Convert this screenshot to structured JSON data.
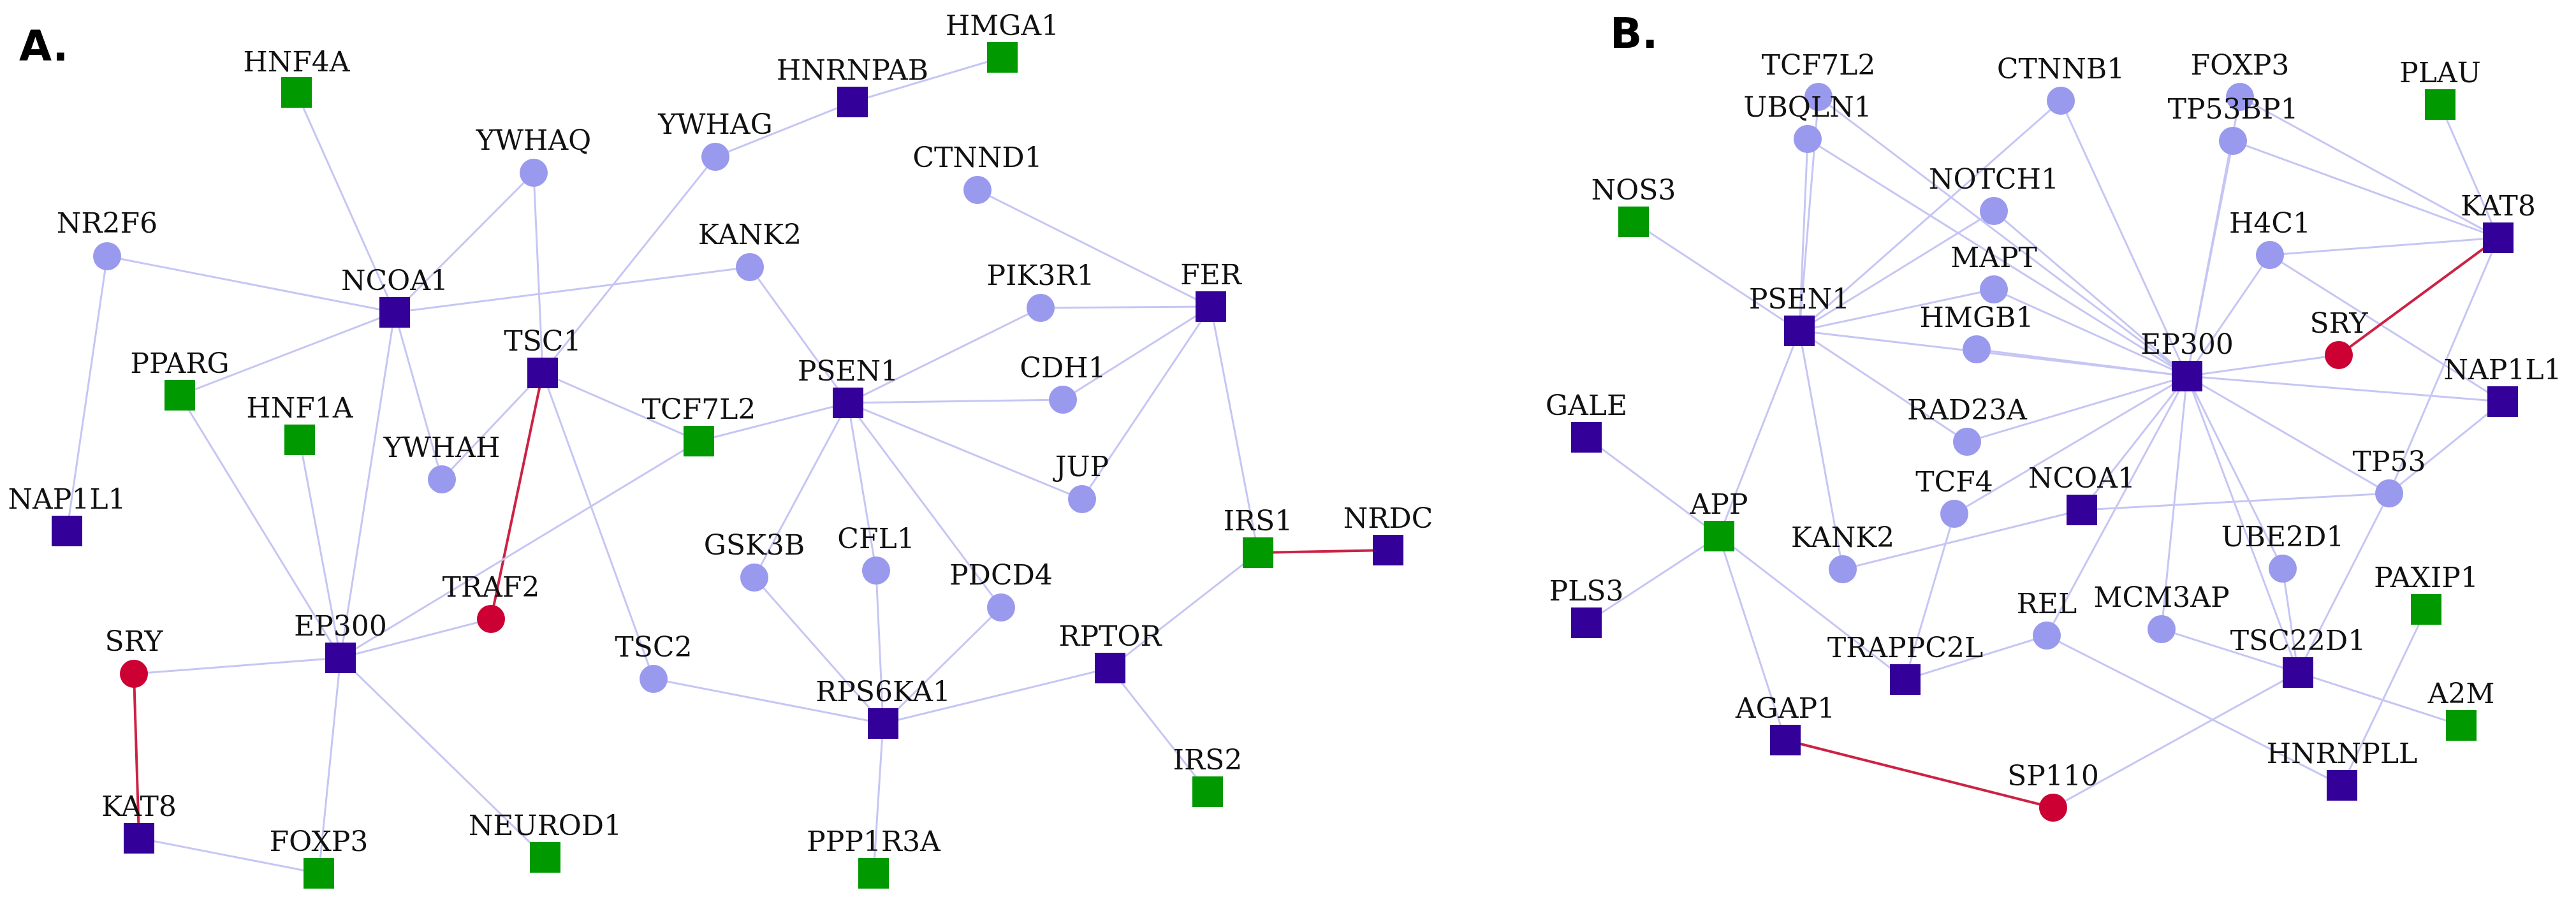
{
  "colors": {
    "dark_square": "#330099",
    "green_square": "#009900",
    "light_circle": "#9999ee",
    "red_circle": "#cc0033",
    "normal_edge": "#c6c6f4",
    "red_edge": "#cc2244"
  },
  "panels": [
    {
      "id": "A",
      "label": "A.",
      "nodes": [
        {
          "id": "HNF4A",
          "label": "HNF4A",
          "kind": "green_square"
        },
        {
          "id": "HMGA1",
          "label": "HMGA1",
          "kind": "green_square"
        },
        {
          "id": "HNRNPAB",
          "label": "HNRNPAB",
          "kind": "dark_square"
        },
        {
          "id": "YWHAG",
          "label": "YWHAG",
          "kind": "light_circle"
        },
        {
          "id": "YWHAQ",
          "label": "YWHAQ",
          "kind": "light_circle"
        },
        {
          "id": "CTNND1",
          "label": "CTNND1",
          "kind": "light_circle"
        },
        {
          "id": "NR2F6",
          "label": "NR2F6",
          "kind": "light_circle"
        },
        {
          "id": "KANK2",
          "label": "KANK2",
          "kind": "light_circle"
        },
        {
          "id": "NCOA1",
          "label": "NCOA1",
          "kind": "dark_square"
        },
        {
          "id": "PIK3R1",
          "label": "PIK3R1",
          "kind": "light_circle"
        },
        {
          "id": "FER",
          "label": "FER",
          "kind": "dark_square"
        },
        {
          "id": "PPARG",
          "label": "PPARG",
          "kind": "green_square"
        },
        {
          "id": "TSC1",
          "label": "TSC1",
          "kind": "dark_square"
        },
        {
          "id": "PSEN1",
          "label": "PSEN1",
          "kind": "dark_square"
        },
        {
          "id": "CDH1",
          "label": "CDH1",
          "kind": "light_circle"
        },
        {
          "id": "HNF1A",
          "label": "HNF1A",
          "kind": "green_square"
        },
        {
          "id": "TCF7L2",
          "label": "TCF7L2",
          "kind": "green_square"
        },
        {
          "id": "YWHAH",
          "label": "YWHAH",
          "kind": "light_circle"
        },
        {
          "id": "JUP",
          "label": "JUP",
          "kind": "light_circle"
        },
        {
          "id": "NAP1L1",
          "label": "NAP1L1",
          "kind": "dark_square"
        },
        {
          "id": "IRS1",
          "label": "IRS1",
          "kind": "green_square"
        },
        {
          "id": "NRDC",
          "label": "NRDC",
          "kind": "dark_square"
        },
        {
          "id": "GSK3B",
          "label": "GSK3B",
          "kind": "light_circle"
        },
        {
          "id": "CFL1",
          "label": "CFL1",
          "kind": "light_circle"
        },
        {
          "id": "PDCD4",
          "label": "PDCD4",
          "kind": "light_circle"
        },
        {
          "id": "TRAF2",
          "label": "TRAF2",
          "kind": "red_circle"
        },
        {
          "id": "SRY",
          "label": "SRY",
          "kind": "red_circle"
        },
        {
          "id": "EP300",
          "label": "EP300",
          "kind": "dark_square"
        },
        {
          "id": "TSC2",
          "label": "TSC2",
          "kind": "light_circle"
        },
        {
          "id": "RPTOR",
          "label": "RPTOR",
          "kind": "dark_square"
        },
        {
          "id": "RPS6KA1",
          "label": "RPS6KA1",
          "kind": "dark_square"
        },
        {
          "id": "IRS2",
          "label": "IRS2",
          "kind": "green_square"
        },
        {
          "id": "KAT8",
          "label": "KAT8",
          "kind": "dark_square"
        },
        {
          "id": "FOXP3",
          "label": "FOXP3",
          "kind": "green_square"
        },
        {
          "id": "NEUROD1",
          "label": "NEUROD1",
          "kind": "green_square"
        },
        {
          "id": "PPP1R3A",
          "label": "PPP1R3A",
          "kind": "green_square"
        }
      ],
      "edges": [
        [
          "HNF4A",
          "NCOA1",
          false
        ],
        [
          "NR2F6",
          "NCOA1",
          false
        ],
        [
          "NR2F6",
          "NAP1L1",
          false
        ],
        [
          "YWHAQ",
          "NCOA1",
          false
        ],
        [
          "YWHAQ",
          "TSC1",
          false
        ],
        [
          "NCOA1",
          "KANK2",
          false
        ],
        [
          "NCOA1",
          "PPARG",
          false
        ],
        [
          "NCOA1",
          "YWHAH",
          false
        ],
        [
          "NCOA1",
          "EP300",
          false
        ],
        [
          "YWHAG",
          "HNRNPAB",
          false
        ],
        [
          "HNRNPAB",
          "HMGA1",
          false
        ],
        [
          "YWHAG",
          "TSC1",
          false
        ],
        [
          "TSC1",
          "YWHAH",
          false
        ],
        [
          "TSC1",
          "TCF7L2",
          false
        ],
        [
          "TSC1",
          "TSC2",
          false
        ],
        [
          "TSC1",
          "TRAF2",
          true
        ],
        [
          "KANK2",
          "PSEN1",
          false
        ],
        [
          "TCF7L2",
          "PSEN1",
          false
        ],
        [
          "TCF7L2",
          "EP300",
          false
        ],
        [
          "PSEN1",
          "PIK3R1",
          false
        ],
        [
          "PSEN1",
          "CDH1",
          false
        ],
        [
          "PSEN1",
          "JUP",
          false
        ],
        [
          "PSEN1",
          "GSK3B",
          false
        ],
        [
          "PSEN1",
          "CFL1",
          false
        ],
        [
          "PSEN1",
          "PDCD4",
          false
        ],
        [
          "PIK3R1",
          "FER",
          false
        ],
        [
          "CTNND1",
          "FER",
          false
        ],
        [
          "CDH1",
          "FER",
          false
        ],
        [
          "JUP",
          "FER",
          false
        ],
        [
          "FER",
          "IRS1",
          false
        ],
        [
          "IRS1",
          "NRDC",
          true
        ],
        [
          "IRS1",
          "RPTOR",
          false
        ],
        [
          "RPTOR",
          "RPS6KA1",
          false
        ],
        [
          "RPTOR",
          "IRS2",
          false
        ],
        [
          "GSK3B",
          "RPS6KA1",
          false
        ],
        [
          "CFL1",
          "RPS6KA1",
          false
        ],
        [
          "PDCD4",
          "RPS6KA1",
          false
        ],
        [
          "TSC2",
          "RPS6KA1",
          false
        ],
        [
          "RPS6KA1",
          "PPP1R3A",
          false
        ],
        [
          "PPARG",
          "EP300",
          false
        ],
        [
          "HNF1A",
          "EP300",
          false
        ],
        [
          "EP300",
          "TRAF2",
          false
        ],
        [
          "EP300",
          "SRY",
          false
        ],
        [
          "EP300",
          "FOXP3",
          false
        ],
        [
          "EP300",
          "NEUROD1",
          false
        ],
        [
          "SRY",
          "KAT8",
          true
        ],
        [
          "KAT8",
          "FOXP3",
          false
        ]
      ]
    },
    {
      "id": "B",
      "label": "B.",
      "nodes": [
        {
          "id": "TCF7L2",
          "label": "TCF7L2",
          "kind": "light_circle"
        },
        {
          "id": "FOXP3",
          "label": "FOXP3",
          "kind": "light_circle"
        },
        {
          "id": "CTNNB1",
          "label": "CTNNB1",
          "kind": "light_circle"
        },
        {
          "id": "PLAU",
          "label": "PLAU",
          "kind": "green_square"
        },
        {
          "id": "UBQLN1",
          "label": "UBQLN1",
          "kind": "light_circle"
        },
        {
          "id": "TP53BP1",
          "label": "TP53BP1",
          "kind": "light_circle"
        },
        {
          "id": "NOS3",
          "label": "NOS3",
          "kind": "green_square"
        },
        {
          "id": "NOTCH1",
          "label": "NOTCH1",
          "kind": "light_circle"
        },
        {
          "id": "KAT8",
          "label": "KAT8",
          "kind": "dark_square"
        },
        {
          "id": "H4C1",
          "label": "H4C1",
          "kind": "light_circle"
        },
        {
          "id": "MAPT",
          "label": "MAPT",
          "kind": "light_circle"
        },
        {
          "id": "PSEN1",
          "label": "PSEN1",
          "kind": "dark_square"
        },
        {
          "id": "SRY",
          "label": "SRY",
          "kind": "red_circle"
        },
        {
          "id": "HMGB1",
          "label": "HMGB1",
          "kind": "light_circle"
        },
        {
          "id": "EP300",
          "label": "EP300",
          "kind": "dark_square"
        },
        {
          "id": "NAP1L1",
          "label": "NAP1L1",
          "kind": "dark_square"
        },
        {
          "id": "GALE",
          "label": "GALE",
          "kind": "dark_square"
        },
        {
          "id": "RAD23A",
          "label": "RAD23A",
          "kind": "light_circle"
        },
        {
          "id": "APP",
          "label": "APP",
          "kind": "green_square"
        },
        {
          "id": "TCF4",
          "label": "TCF4",
          "kind": "light_circle"
        },
        {
          "id": "NCOA1",
          "label": "NCOA1",
          "kind": "dark_square"
        },
        {
          "id": "TP53",
          "label": "TP53",
          "kind": "light_circle"
        },
        {
          "id": "KANK2",
          "label": "KANK2",
          "kind": "light_circle"
        },
        {
          "id": "UBE2D1",
          "label": "UBE2D1",
          "kind": "light_circle"
        },
        {
          "id": "PLS3",
          "label": "PLS3",
          "kind": "dark_square"
        },
        {
          "id": "PAXIP1",
          "label": "PAXIP1",
          "kind": "green_square"
        },
        {
          "id": "REL",
          "label": "REL",
          "kind": "light_circle"
        },
        {
          "id": "MCM3AP",
          "label": "MCM3AP",
          "kind": "light_circle"
        },
        {
          "id": "TRAPPC2L",
          "label": "TRAPPC2L",
          "kind": "dark_square"
        },
        {
          "id": "TSC22D1",
          "label": "TSC22D1",
          "kind": "dark_square"
        },
        {
          "id": "AGAP1",
          "label": "AGAP1",
          "kind": "dark_square"
        },
        {
          "id": "A2M",
          "label": "A2M",
          "kind": "green_square"
        },
        {
          "id": "SP110",
          "label": "SP110",
          "kind": "red_circle"
        },
        {
          "id": "HNRNPLL",
          "label": "HNRNPLL",
          "kind": "dark_square"
        }
      ],
      "edges": [
        [
          "UBQLN1",
          "PSEN1",
          false
        ],
        [
          "TCF7L2",
          "PSEN1",
          false
        ],
        [
          "TCF7L2",
          "EP300",
          false
        ],
        [
          "CTNNB1",
          "PSEN1",
          false
        ],
        [
          "CTNNB1",
          "EP300",
          false
        ],
        [
          "NOTCH1",
          "PSEN1",
          false
        ],
        [
          "NOTCH1",
          "EP300",
          false
        ],
        [
          "UBQLN1",
          "EP300",
          false
        ],
        [
          "MAPT",
          "PSEN1",
          false
        ],
        [
          "MAPT",
          "EP300",
          false
        ],
        [
          "HMGB1",
          "EP300",
          false
        ],
        [
          "NOS3",
          "PSEN1",
          false
        ],
        [
          "PSEN1",
          "EP300",
          false
        ],
        [
          "PSEN1",
          "APP",
          false
        ],
        [
          "PSEN1",
          "KANK2",
          false
        ],
        [
          "PSEN1",
          "RAD23A",
          false
        ],
        [
          "FOXP3",
          "EP300",
          false
        ],
        [
          "FOXP3",
          "KAT8",
          false
        ],
        [
          "PLAU",
          "KAT8",
          false
        ],
        [
          "TP53BP1",
          "EP300",
          false
        ],
        [
          "TP53BP1",
          "KAT8",
          false
        ],
        [
          "H4C1",
          "EP300",
          false
        ],
        [
          "H4C1",
          "KAT8",
          false
        ],
        [
          "H4C1",
          "NAP1L1",
          false
        ],
        [
          "KAT8",
          "SRY",
          true
        ],
        [
          "KAT8",
          "TP53",
          false
        ],
        [
          "EP300",
          "SRY",
          false
        ],
        [
          "EP300",
          "NAP1L1",
          false
        ],
        [
          "EP300",
          "RAD23A",
          false
        ],
        [
          "EP300",
          "TCF4",
          false
        ],
        [
          "EP300",
          "NCOA1",
          false
        ],
        [
          "EP300",
          "TP53",
          false
        ],
        [
          "EP300",
          "UBE2D1",
          false
        ],
        [
          "EP300",
          "REL",
          false
        ],
        [
          "EP300",
          "MCM3AP",
          false
        ],
        [
          "EP300",
          "TSC22D1",
          false
        ],
        [
          "NAP1L1",
          "TP53",
          false
        ],
        [
          "TP53",
          "TSC22D1",
          false
        ],
        [
          "TCF4",
          "TRAPPC2L",
          false
        ],
        [
          "NCOA1",
          "KANK2",
          false
        ],
        [
          "NCOA1",
          "TP53",
          false
        ],
        [
          "UBE2D1",
          "TSC22D1",
          false
        ],
        [
          "GALE",
          "APP",
          false
        ],
        [
          "PLS3",
          "APP",
          false
        ],
        [
          "APP",
          "TRAPPC2L",
          false
        ],
        [
          "APP",
          "AGAP1",
          false
        ],
        [
          "REL",
          "TRAPPC2L",
          false
        ],
        [
          "REL",
          "HNRNPLL",
          false
        ],
        [
          "MCM3AP",
          "TSC22D1",
          false
        ],
        [
          "TSC22D1",
          "A2M",
          false
        ],
        [
          "TSC22D1",
          "SP110",
          false
        ],
        [
          "PAXIP1",
          "HNRNPLL",
          false
        ],
        [
          "AGAP1",
          "SP110",
          true
        ]
      ]
    }
  ]
}
